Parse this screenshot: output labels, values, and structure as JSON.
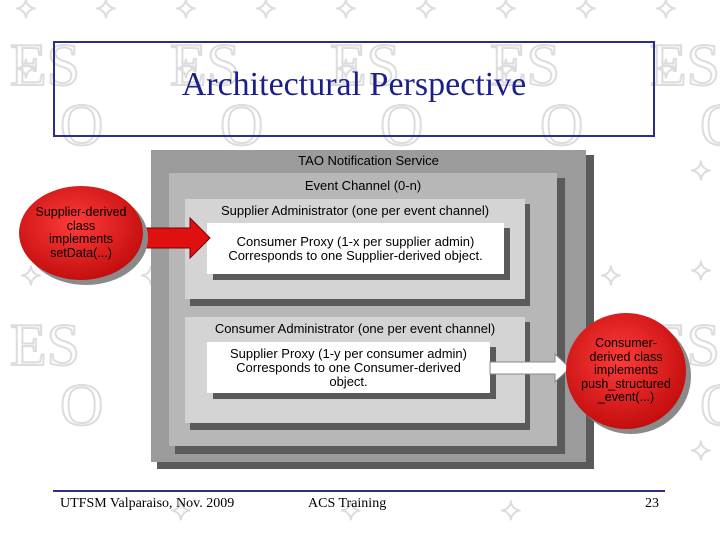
{
  "slide": {
    "title": "Architectural Perspective"
  },
  "diagram": {
    "service_label": "TAO Notification Service",
    "channel_label": "Event Channel (0-n)",
    "supplier_admin_label": "Supplier Administrator (one per  event channel)",
    "consumer_proxy_lines": [
      "Consumer Proxy (1-x per supplier admin)",
      "Corresponds to one Supplier-derived object."
    ],
    "consumer_admin_label": "Consumer Administrator (one per  event channel)",
    "supplier_proxy_lines": [
      "Supplier Proxy (1-y per consumer admin)",
      "Corresponds to one Consumer-derived",
      "object."
    ],
    "supplier_ellipse_lines": [
      "Supplier-derived",
      "class",
      "implements",
      "setData(...)"
    ],
    "consumer_ellipse_lines": [
      "Consumer-",
      "derived class",
      "implements",
      "push_structured",
      "_event(...)"
    ]
  },
  "footer": {
    "left": "UTFSM Valparaiso, Nov. 2009",
    "center": "ACS Training",
    "page": "23"
  },
  "colors": {
    "title": "#1a1f8c",
    "border": "#2b2f8a",
    "arrow": "#e01010",
    "ellipse": "#e51616"
  }
}
